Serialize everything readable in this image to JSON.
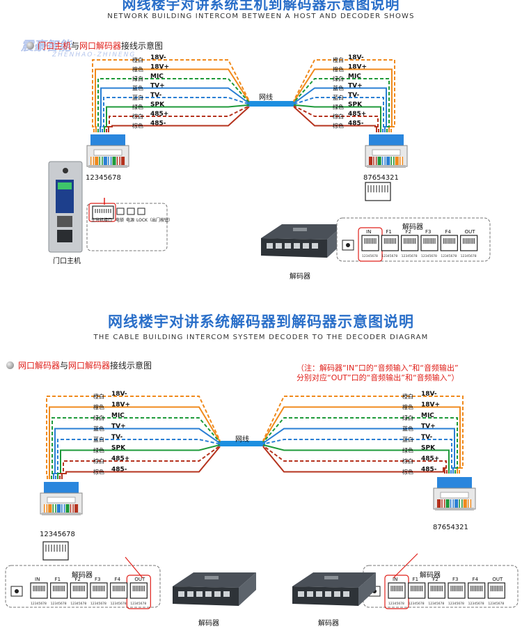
{
  "section1": {
    "title": "网线楼宇对讲系统主机到解码器示意图说明",
    "title_en": "NETWORK BUILDING INTERCOM BETWEEN A HOST AND DECODER SHOWS",
    "subhead_part1": "门口主机",
    "subhead_part2": "与",
    "subhead_part3": "网口解码器",
    "subhead_part4": "接线示意图",
    "cable_label": "网线",
    "left_plug_numbers": "12345678",
    "right_plug_numbers": "87654321",
    "host_caption": "门口主机",
    "decoder_caption": "解码器",
    "panel_title": "解码器",
    "host_port_labels": [
      "主分机接口",
      "电锁",
      "电源",
      "LOCK（出门按钮）"
    ]
  },
  "section2": {
    "title": "网线楼宇对讲系统解码器到解码器示意图说明",
    "title_en": "THE CABLE BUILDING INTERCOM SYSTEM DECODER TO THE DECODER DIAGRAM",
    "subhead_part1": "网口解码器",
    "subhead_part2": "与",
    "subhead_part3": "网口解码器",
    "subhead_part4": "接线示意图",
    "note_line1": "（注：解码器“IN”口的“音频输入”和“音频输出”",
    "note_line2": "分别对应“OUT”口的“音频输出”和“音频输入”）",
    "cable_label": "网线",
    "left_plug_numbers": "12345678",
    "right_plug_numbers": "87654321",
    "decoder_caption_left": "解码器",
    "decoder_caption_right": "解码器",
    "panel_title": "解码器"
  },
  "wires": [
    {
      "color_name": "橙白",
      "signal": "18V-",
      "color": "#f08a1c",
      "dashed": true
    },
    {
      "color_name": "橙色",
      "signal": "18V+",
      "color": "#f08a1c",
      "dashed": false
    },
    {
      "color_name": "绿白",
      "signal": "MIC",
      "color": "#1e9a3a",
      "dashed": true
    },
    {
      "color_name": "蓝色",
      "signal": "TV+",
      "color": "#2a7fd4",
      "dashed": false
    },
    {
      "color_name": "蓝白",
      "signal": "TV-",
      "color": "#2a7fd4",
      "dashed": true
    },
    {
      "color_name": "绿色",
      "signal": "SPK",
      "color": "#1e9a3a",
      "dashed": false
    },
    {
      "color_name": "棕白",
      "signal": "485+",
      "color": "#b5331e",
      "dashed": true
    },
    {
      "color_name": "棕色",
      "signal": "485-",
      "color": "#b5331e",
      "dashed": false
    }
  ],
  "panel_ports": [
    "IN",
    "F1",
    "F2",
    "F3",
    "F4",
    "OUT"
  ],
  "panel_port_numbers": "12345678",
  "watermark": {
    "brand": "震豪智能",
    "brand_en": "ZHENHAO-ZHINENG"
  },
  "colors": {
    "title_blue": "#2a6fc9",
    "note_red": "#e0201a",
    "cable_blue": "#1d8fe0"
  }
}
